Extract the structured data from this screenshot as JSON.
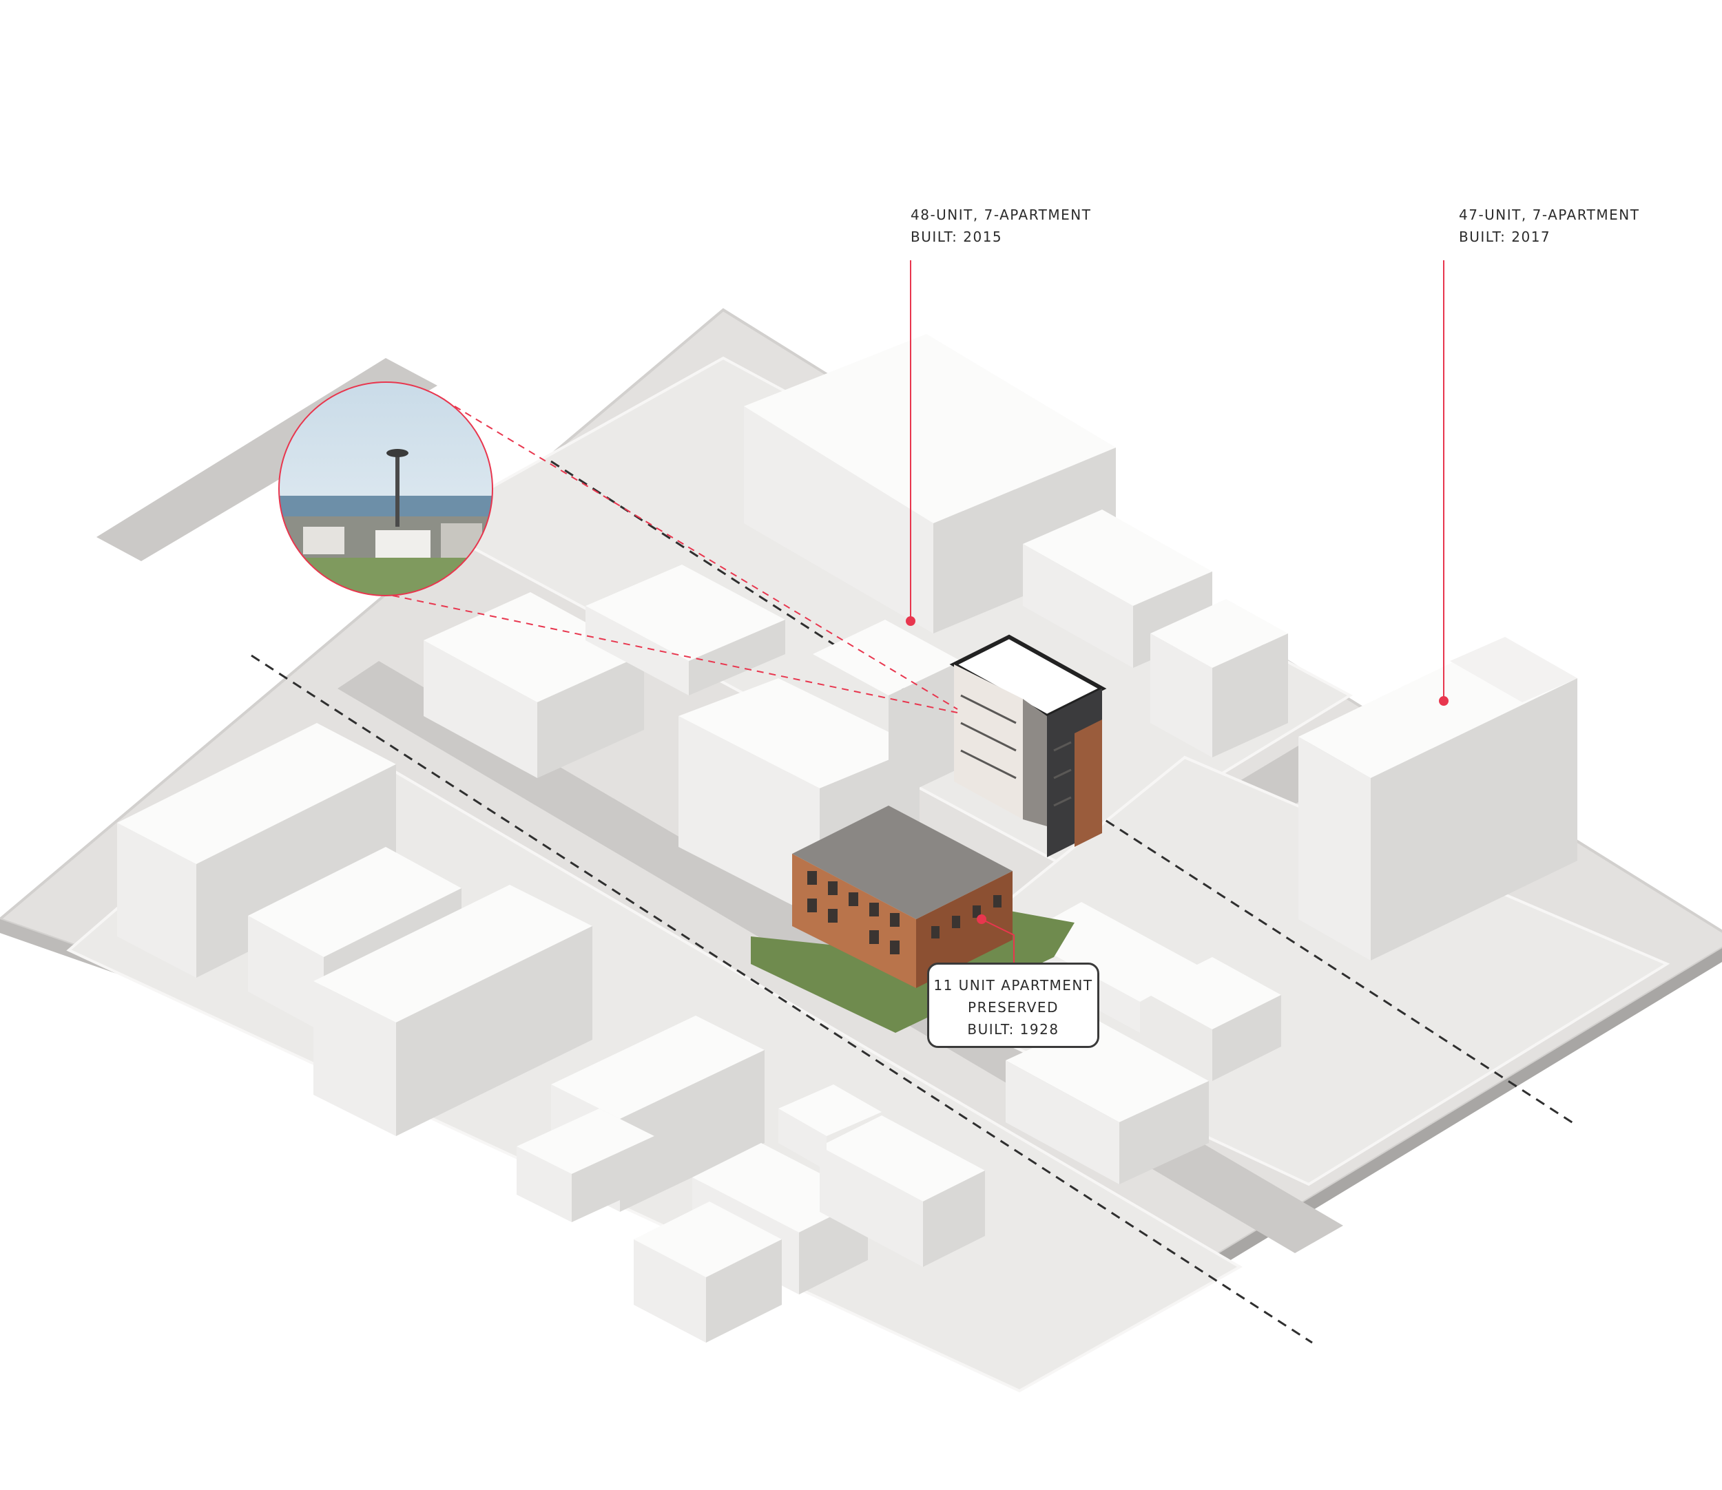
{
  "callouts": {
    "left_tower": {
      "line1": "48-UNIT, 7-APARTMENT",
      "line2": "BUILT: 2015"
    },
    "right_tower": {
      "line1": "47-UNIT, 7-APARTMENT",
      "line2": "BUILT: 2017"
    },
    "preserved": {
      "line1": "11 UNIT APARTMENT",
      "line2": "PRESERVED",
      "line3": "BUILT: 1928"
    }
  },
  "colors": {
    "accent": "#e8364e",
    "ground": "#e6e4e2",
    "street": "#c9c7c5",
    "building": "#f2f1f0",
    "brick": "#b8734a",
    "dark_facade": "#3a3a3c"
  }
}
